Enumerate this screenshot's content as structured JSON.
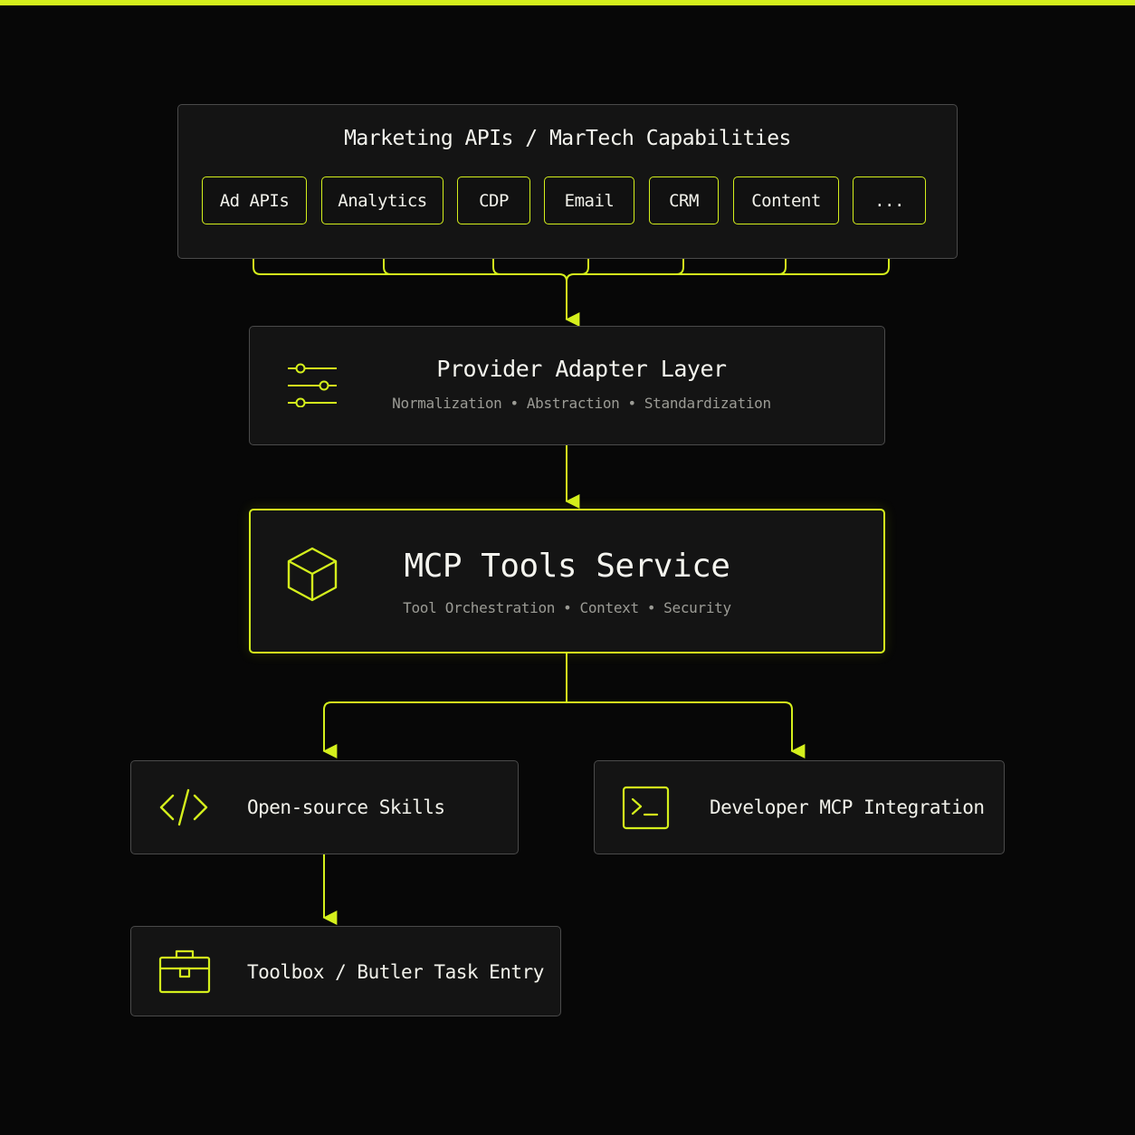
{
  "accent_color": "#d4ef1c",
  "background_color": "#070707",
  "marketing": {
    "title": "Marketing APIs / MarTech Capabilities",
    "chips": [
      "Ad APIs",
      "Analytics",
      "CDP",
      "Email",
      "CRM",
      "Content",
      "..."
    ]
  },
  "adapter": {
    "title": "Provider Adapter Layer",
    "tags": [
      "Normalization",
      "Abstraction",
      "Standardization"
    ],
    "icon": "sliders-icon"
  },
  "mcp": {
    "title": "MCP Tools Service",
    "tags": [
      "Tool Orchestration",
      "Context",
      "Security"
    ],
    "icon": "cube-icon"
  },
  "skills": {
    "label": "Open-source Skills",
    "icon": "code-icon"
  },
  "developer": {
    "label": "Developer MCP Integration",
    "icon": "terminal-icon"
  },
  "toolbox": {
    "label": "Toolbox / Butler Task Entry",
    "icon": "briefcase-icon"
  }
}
